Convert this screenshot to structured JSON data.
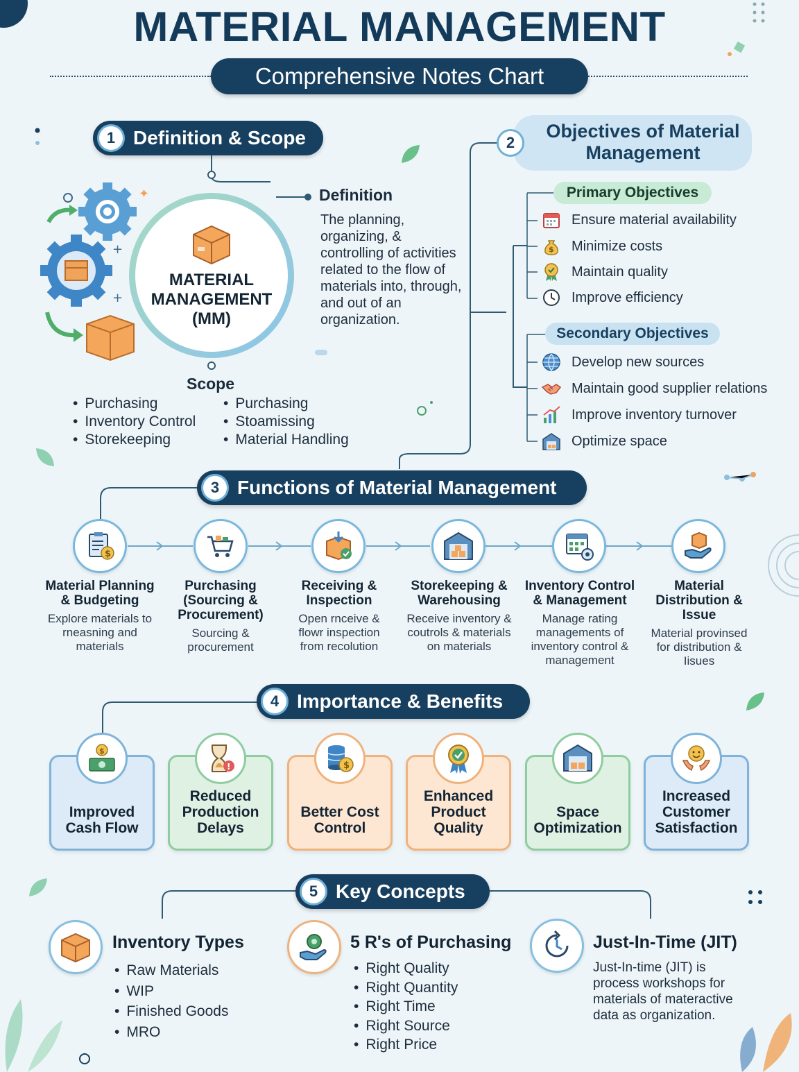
{
  "header": {
    "title": "MATERIAL MANAGEMENT",
    "subtitle": "Comprehensive Notes Chart"
  },
  "section1": {
    "number": "1",
    "title": "Definition & Scope",
    "center_label": "MATERIAL MANAGEMENT (MM)",
    "center_line1": "MATERIAL",
    "center_line2": "MANAGEMENT",
    "center_line3": "(MM)",
    "definition_heading": "Definition",
    "definition_text": "The planning, organizing, & controlling of activities related to the flow of materials into, through, and out of an organization.",
    "scope_heading": "Scope",
    "scope_left": [
      "Purchasing",
      "Inventory Control",
      "Storekeeping"
    ],
    "scope_right": [
      "Purchasing",
      "Stoamissing",
      "Material Handling"
    ]
  },
  "section2": {
    "number": "2",
    "title_line1": "Objectives of Material",
    "title_line2": "Management",
    "primary_heading": "Primary Objectives",
    "primary": [
      {
        "label": "Ensure material availability",
        "icon": "calendar-icon"
      },
      {
        "label": "Minimize costs",
        "icon": "money-bag-icon"
      },
      {
        "label": "Maintain quality",
        "icon": "award-ribbon-icon"
      },
      {
        "label": "Improve efficiency",
        "icon": "clock-icon"
      }
    ],
    "secondary_heading": "Secondary Objectives",
    "secondary": [
      {
        "label": "Develop new sources",
        "icon": "globe-icon"
      },
      {
        "label": "Maintain good supplier relations",
        "icon": "handshake-icon"
      },
      {
        "label": "Improve inventory turnover",
        "icon": "growth-chart-icon"
      },
      {
        "label": "Optimize space",
        "icon": "warehouse-icon"
      }
    ]
  },
  "section3": {
    "number": "3",
    "title": "Functions of Material Management",
    "functions": [
      {
        "title": "Material Planning & Budgeting",
        "desc": "Explore materials to rneasning and materials",
        "icon": "clipboard-budget-icon"
      },
      {
        "title": "Purchasing (Sourcing & Procurement)",
        "desc": "Sourcing & procurement",
        "icon": "shopping-cart-icon"
      },
      {
        "title": "Receiving & Inspection",
        "desc": "Open rnceive & flowr inspection from recolution",
        "icon": "receiving-box-icon"
      },
      {
        "title": "Storekeeping & Warehousing",
        "desc": "Receive inventory & coutrols & materials on materials",
        "icon": "warehouse-icon"
      },
      {
        "title": "Inventory Control & Management",
        "desc": "Manage rating managements of inventory control & management",
        "icon": "inventory-calendar-icon"
      },
      {
        "title": "Material Distribution & Issue",
        "desc": "Material provinsed for distribution & Iisues",
        "icon": "hand-box-icon"
      }
    ]
  },
  "section4": {
    "number": "4",
    "title": "Importance & Benefits",
    "benefits": [
      {
        "label": "Improved Cash Flow",
        "icon": "cash-icon",
        "bg": "#dcebf7",
        "border": "#7fb3da"
      },
      {
        "label": "Reduced Production Delays",
        "icon": "hourglass-icon",
        "bg": "#dff1e3",
        "border": "#8fcca0"
      },
      {
        "label": "Better Cost Control",
        "icon": "coins-stack-icon",
        "bg": "#fde7d3",
        "border": "#f0b27d"
      },
      {
        "label": "Enhanced Product Quality",
        "icon": "quality-badge-icon",
        "bg": "#fde7d3",
        "border": "#f0b27d"
      },
      {
        "label": "Space Optimization",
        "icon": "warehouse-icon",
        "bg": "#dff1e3",
        "border": "#8fcca0"
      },
      {
        "label": "Increased Customer Satisfaction",
        "icon": "smile-hands-icon",
        "bg": "#dcebf7",
        "border": "#7fb3da"
      }
    ]
  },
  "section5": {
    "number": "5",
    "title": "Key Concepts",
    "inventory_title": "Inventory Types",
    "inventory_items": [
      "Raw Materials",
      "WIP",
      "Finished Goods",
      "MRO"
    ],
    "purchasing_title": "5 R's of Purchasing",
    "purchasing_items": [
      "Right Quality",
      "Right Quantity",
      "Right Time",
      "Right Source",
      "Right Price"
    ],
    "jit_title": "Just-In-Time (JIT)",
    "jit_text": "Just-In-time (JIT) is process workshops for materials of materactive data as organization."
  },
  "colors": {
    "navy": "#173f5f",
    "accent_blue": "#78b8de",
    "green_pill": "#c8ebd5",
    "orange": "#f0b27d"
  }
}
